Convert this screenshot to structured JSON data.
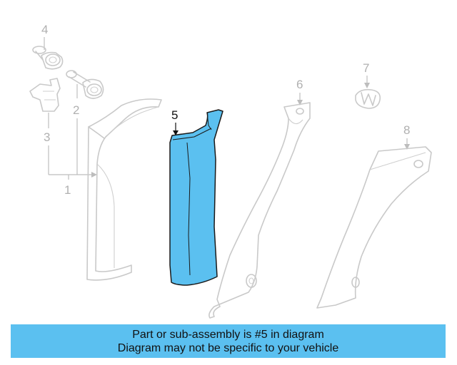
{
  "diagram": {
    "callouts": [
      "1",
      "2",
      "3",
      "4",
      "5",
      "6",
      "7",
      "8"
    ],
    "highlight_part": "5",
    "highlight_color": "#5bc0f0",
    "ghost_color": "#c9c9c9"
  },
  "banner": {
    "line1": "Part or sub-assembly is #5 in diagram",
    "line2": "Diagram may not be specific to your vehicle",
    "background": "#5bc0f0"
  }
}
